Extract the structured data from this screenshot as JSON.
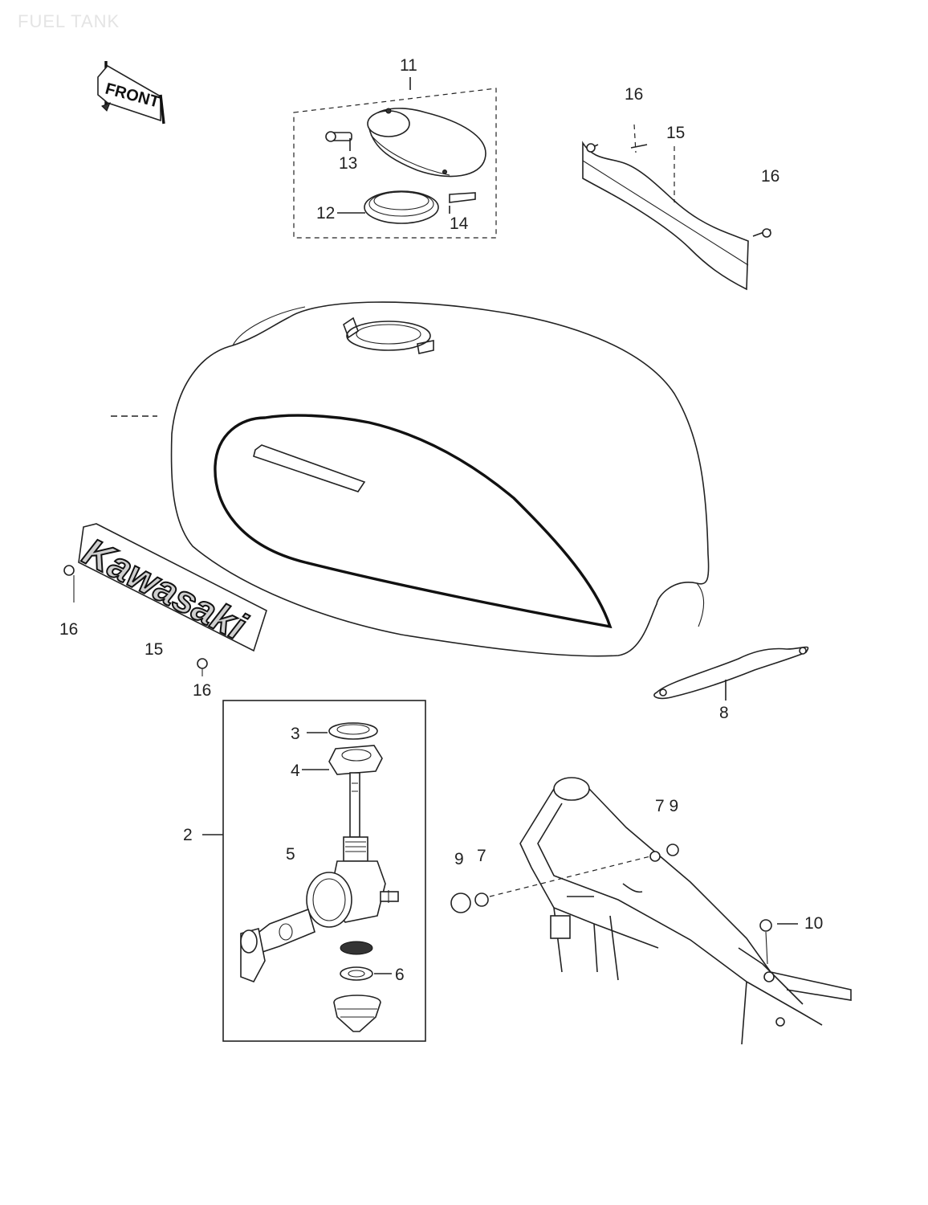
{
  "page_title": "FUEL TANK",
  "front_sign": "FRONT",
  "emblem_text": "Kawasaki",
  "labels": {
    "p11": "11",
    "p13": "13",
    "p12": "12",
    "p14": "14",
    "p16_top": "16",
    "p15_top": "15",
    "p16_right": "16",
    "p16_left": "16",
    "p15_left": "15",
    "p16_bottom": "16",
    "p8": "8",
    "p3": "3",
    "p4": "4",
    "p2": "2",
    "p5": "5",
    "p6": "6",
    "p79": "7 9",
    "p9": "9",
    "p7": "7",
    "p10": "10"
  }
}
